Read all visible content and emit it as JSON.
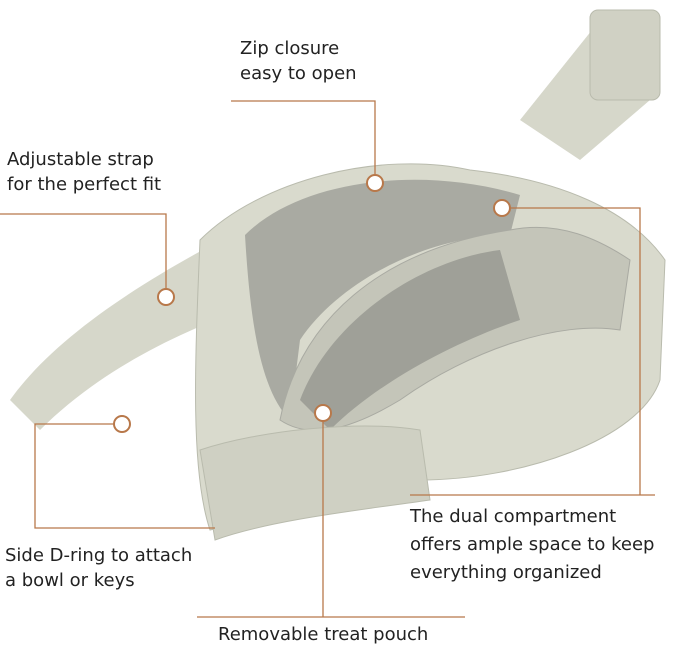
{
  "callouts": {
    "zip": {
      "line1": "Zip closure",
      "line2": "easy to open"
    },
    "strap": {
      "line1": "Adjustable strap",
      "line2": "for the perfect fit"
    },
    "compartment": {
      "line1": "The dual compartment",
      "line2": "offers ample space to keep",
      "line3": "everything organized"
    },
    "dring": {
      "line1": "Side D-ring to attach",
      "line2": "a bowl or keys"
    },
    "pouch": {
      "line1": "Removable treat pouch"
    }
  },
  "colors": {
    "leader_line": "#b8784a",
    "bag": "#d9dacd",
    "bag_shadow": "#b9bbad",
    "lining": "#a9aaa2"
  }
}
